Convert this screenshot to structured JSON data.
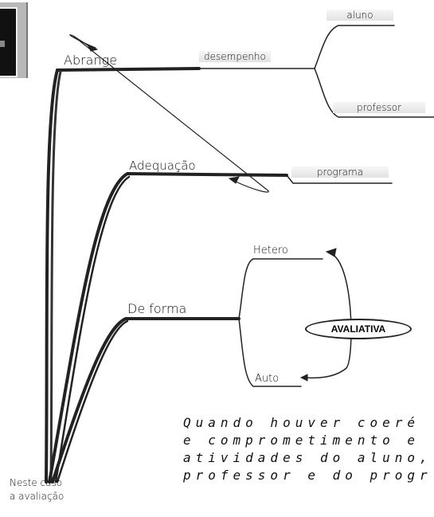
{
  "root": {
    "line1": "Neste caso",
    "line2": "a avaliação"
  },
  "branches": {
    "abrange": "Abrange",
    "adequacao": "Adequação",
    "de_forma": "De forma"
  },
  "nodes": {
    "desempenho": "desempenho",
    "aluno": "aluno",
    "professor": "professor",
    "programa": "programa",
    "hetero": "Hetero",
    "auto": "Auto",
    "avaliativa": "AVALIATIVA"
  },
  "quote": {
    "line1": "Quando houver coeré",
    "line2": "e comprometimento e",
    "line3": "atividades do aluno,",
    "line4": "professor e do progr"
  }
}
